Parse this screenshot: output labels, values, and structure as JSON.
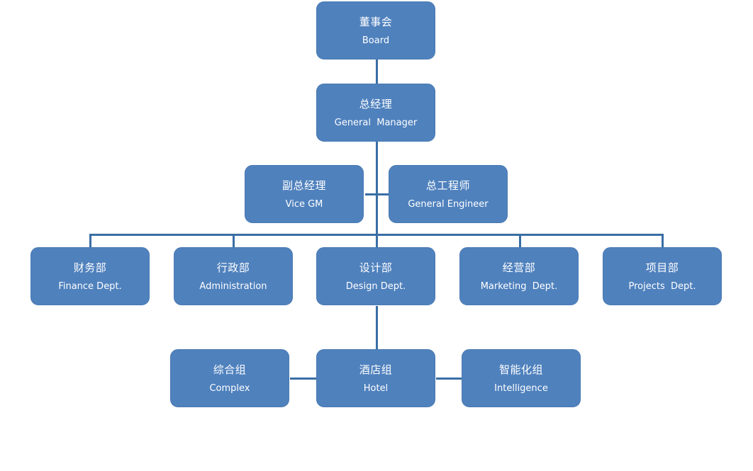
{
  "colors": {
    "box_fill": "#4f81bd",
    "connector": "#3a6ea5",
    "text": "#ffffff"
  },
  "board": {
    "zh": "董事会",
    "en": "Board"
  },
  "general_manager": {
    "zh": "总经理",
    "en": "General  Manager"
  },
  "vice_gm": {
    "zh": "副总经理",
    "en": "Vice GM"
  },
  "general_engineer": {
    "zh": "总工程师",
    "en": "General Engineer"
  },
  "departments": [
    {
      "zh": "财务部",
      "en": "Finance Dept."
    },
    {
      "zh": "行政部",
      "en": "Administration"
    },
    {
      "zh": "设计部",
      "en": "Design Dept."
    },
    {
      "zh": "经营部",
      "en": "Marketing  Dept."
    },
    {
      "zh": "项目部",
      "en": "Projects  Dept."
    }
  ],
  "design_groups": [
    {
      "zh": "综合组",
      "en": "Complex"
    },
    {
      "zh": "酒店组",
      "en": "Hotel"
    },
    {
      "zh": "智能化组",
      "en": "Intelligence"
    }
  ]
}
